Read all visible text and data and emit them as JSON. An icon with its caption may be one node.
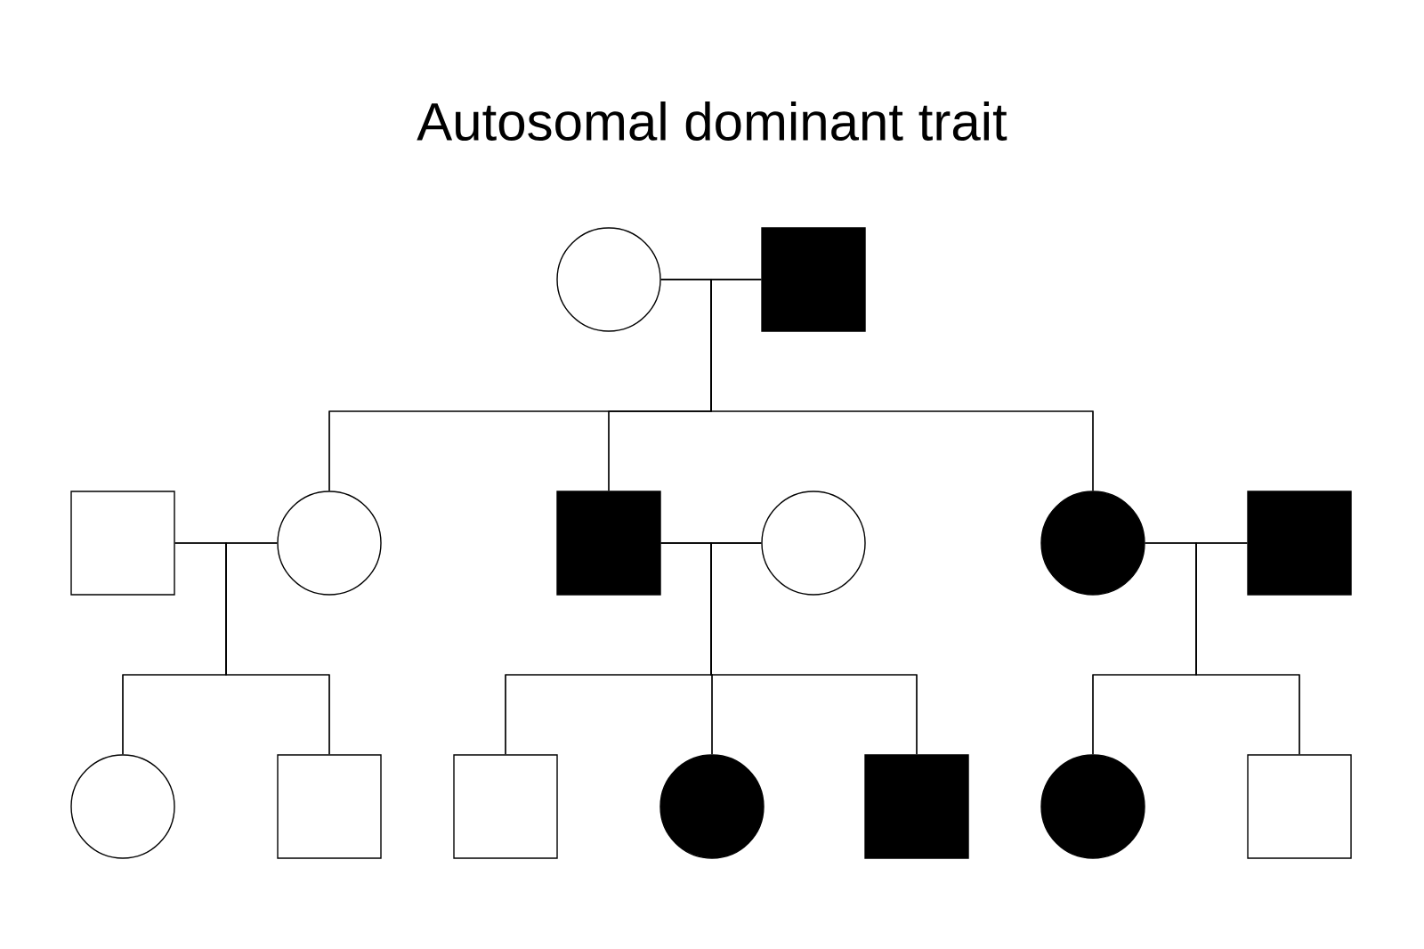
{
  "diagram": {
    "title": "Autosomal dominant trait",
    "nodes": [
      {
        "text": [],
        "shape": "circle"
      },
      {
        "text": [],
        "shape": "block"
      },
      {
        "text": [],
        "shape": "box"
      },
      {
        "text": [],
        "shape": "circle"
      },
      {
        "text": [],
        "shape": "block"
      },
      {
        "text": [],
        "shape": "circle"
      },
      {
        "text": [],
        "shape": "disc"
      },
      {
        "text": [],
        "shape": "block"
      },
      {
        "text": [],
        "shape": "circle"
      },
      {
        "text": [],
        "shape": "box"
      },
      {
        "text": [],
        "shape": "box"
      },
      {
        "text": [],
        "shape": "disc"
      },
      {
        "text": [],
        "shape": "block"
      },
      {
        "text": [],
        "shape": "disc"
      },
      {
        "text": [],
        "shape": "box"
      }
    ],
    "edges": [
      {
        "from": 0,
        "to": 1,
        "arrow": "none"
      },
      {
        "from": 0,
        "to": 3,
        "arrow": "none"
      },
      {
        "from": 0,
        "to": 4,
        "arrow": "none"
      },
      {
        "from": 0,
        "to": 6,
        "arrow": "none"
      },
      {
        "from": 1,
        "to": 3,
        "arrow": "none"
      },
      {
        "from": 1,
        "to": 4,
        "arrow": "none"
      },
      {
        "from": 1,
        "to": 6,
        "arrow": "none"
      },
      {
        "from": 2,
        "to": 3,
        "arrow": "none"
      },
      {
        "from": 2,
        "to": 8,
        "arrow": "none"
      },
      {
        "from": 2,
        "to": 9,
        "arrow": "none"
      },
      {
        "from": 3,
        "to": 8,
        "arrow": "none"
      },
      {
        "from": 3,
        "to": 9,
        "arrow": "none"
      },
      {
        "from": 4,
        "to": 5,
        "arrow": "none"
      },
      {
        "from": 4,
        "to": 10,
        "arrow": "none"
      },
      {
        "from": 4,
        "to": 11,
        "arrow": "none"
      },
      {
        "from": 4,
        "to": 12,
        "arrow": "none"
      },
      {
        "from": 5,
        "to": 10,
        "arrow": "none"
      },
      {
        "from": 5,
        "to": 11,
        "arrow": "none"
      },
      {
        "from": 5,
        "to": 12,
        "arrow": "none"
      },
      {
        "from": 6,
        "to": 7,
        "arrow": "none"
      },
      {
        "from": 6,
        "to": 13,
        "arrow": "none"
      },
      {
        "from": 6,
        "to": 14,
        "arrow": "none"
      },
      {
        "from": 7,
        "to": 13,
        "arrow": "none"
      },
      {
        "from": 7,
        "to": 14,
        "arrow": "none"
      }
    ]
  }
}
